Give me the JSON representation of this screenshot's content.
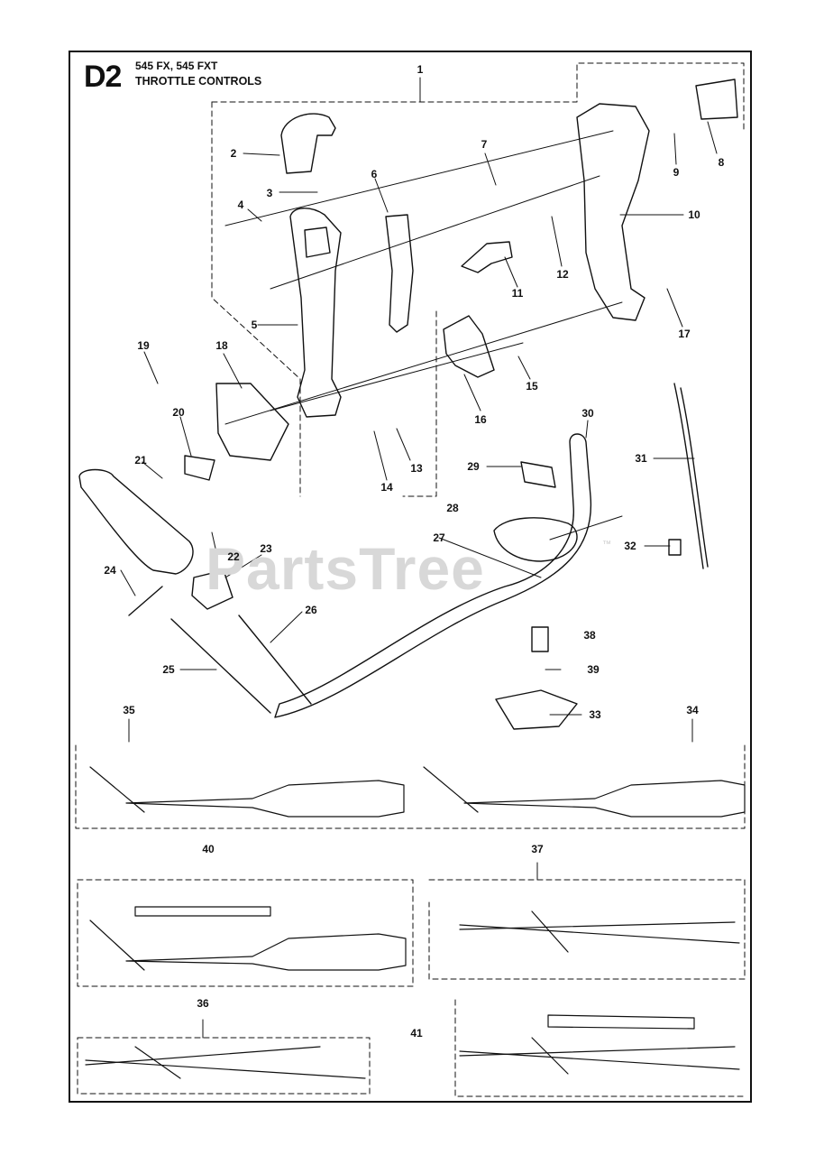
{
  "diagram": {
    "code": "D2",
    "models": "545 FX, 545 FXT",
    "title": "THROTTLE CONTROLS",
    "watermark": "PartsTree",
    "trademark": "™",
    "callouts": [
      "1",
      "2",
      "3",
      "4",
      "5",
      "6",
      "7",
      "8",
      "9",
      "10",
      "11",
      "12",
      "13",
      "14",
      "15",
      "16",
      "17",
      "18",
      "19",
      "20",
      "21",
      "22",
      "23",
      "24",
      "25",
      "26",
      "27",
      "28",
      "29",
      "30",
      "31",
      "32",
      "33",
      "34",
      "35",
      "36",
      "37",
      "38",
      "39",
      "40",
      "41"
    ]
  }
}
